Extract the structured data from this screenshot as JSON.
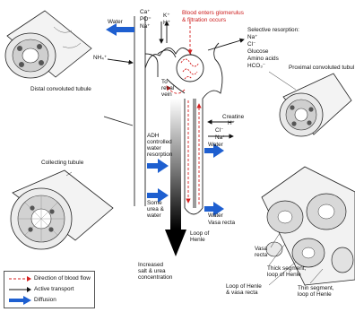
{
  "labels": {
    "water_top": "Water",
    "ions_top": [
      "Ca⁺",
      "PO⁼",
      "Na⁺"
    ],
    "kh": [
      "K⁺",
      "H⁺"
    ],
    "blood_enters": [
      "Blood enters glomerulus",
      "& filtration occurs"
    ],
    "selective_resorption": [
      "Selective resorption:",
      "Na⁺",
      "Cl⁻",
      "Glucose",
      "Amino acids",
      "HCO₃⁻"
    ],
    "nh4": "NH₄⁺",
    "to_renal_vein": [
      "To",
      "renal",
      "vein"
    ],
    "distal_tubule": "Distal convoluted tubule",
    "proximal_tubule": "Proximal convoluted tubul",
    "creatine": [
      "Creatine",
      "H⁺"
    ],
    "cl_na": [
      "Cl⁻",
      "Na⁺"
    ],
    "adh": [
      "ADH",
      "controlled",
      "water",
      "resorption"
    ],
    "water_mid": "Water",
    "collecting_tubule": "Collecting tubule",
    "some_urea": [
      "Some",
      "urea &",
      "water"
    ],
    "water_low": "Water",
    "vasa_recta_mid": "Vasa recta",
    "loop_of_henle": [
      "Loop of",
      "Henle"
    ],
    "increased_salt": [
      "Increased",
      "salt & urea",
      "concentration"
    ],
    "vasa_recta_right": [
      "Vasa",
      "recta"
    ],
    "thick_segment": [
      "Thick segment,",
      "loop of Henle"
    ],
    "loop_vasa": [
      "Loop of Henle",
      "& vasa recta"
    ],
    "thin_segment": [
      "Thin segment,",
      "loop of Henle"
    ]
  },
  "legend": {
    "blood_flow": "Direction of blood flow",
    "active_transport": "Active transport",
    "diffusion": "Diffusion"
  },
  "colors": {
    "blood": "#d42020",
    "diffusion": "#1e5fd0",
    "ink": "#111111"
  }
}
